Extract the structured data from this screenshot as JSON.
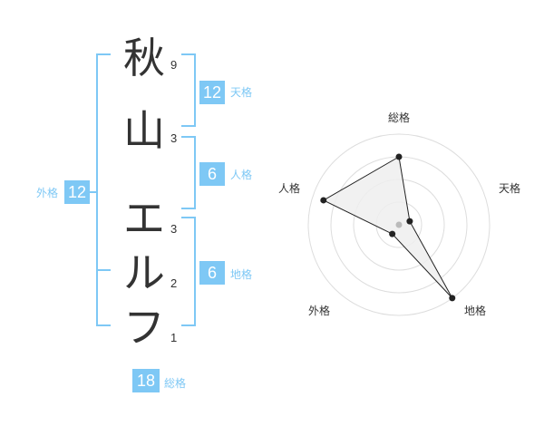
{
  "name": {
    "characters": [
      "秋",
      "山",
      "エ",
      "ル",
      "フ"
    ],
    "strokes": [
      "9",
      "3",
      "3",
      "2",
      "1"
    ]
  },
  "kaku": {
    "tenkaku": {
      "label": "天格",
      "value": "12"
    },
    "jinkaku": {
      "label": "人格",
      "value": "6"
    },
    "chikaku": {
      "label": "地格",
      "value": "6"
    },
    "gaikaku": {
      "label": "外格",
      "value": "12"
    },
    "soukaku": {
      "label": "総格",
      "value": "18"
    }
  },
  "radar": {
    "axes": [
      "総格",
      "天格",
      "地格",
      "外格",
      "人格"
    ],
    "levels": 4,
    "values": [
      3,
      0.5,
      4,
      0.5,
      3.5
    ],
    "max": 4,
    "colors": {
      "grid": "#dddddd",
      "fill": "#eeeeee",
      "line": "#222222",
      "center": "#bbbbbb"
    }
  }
}
